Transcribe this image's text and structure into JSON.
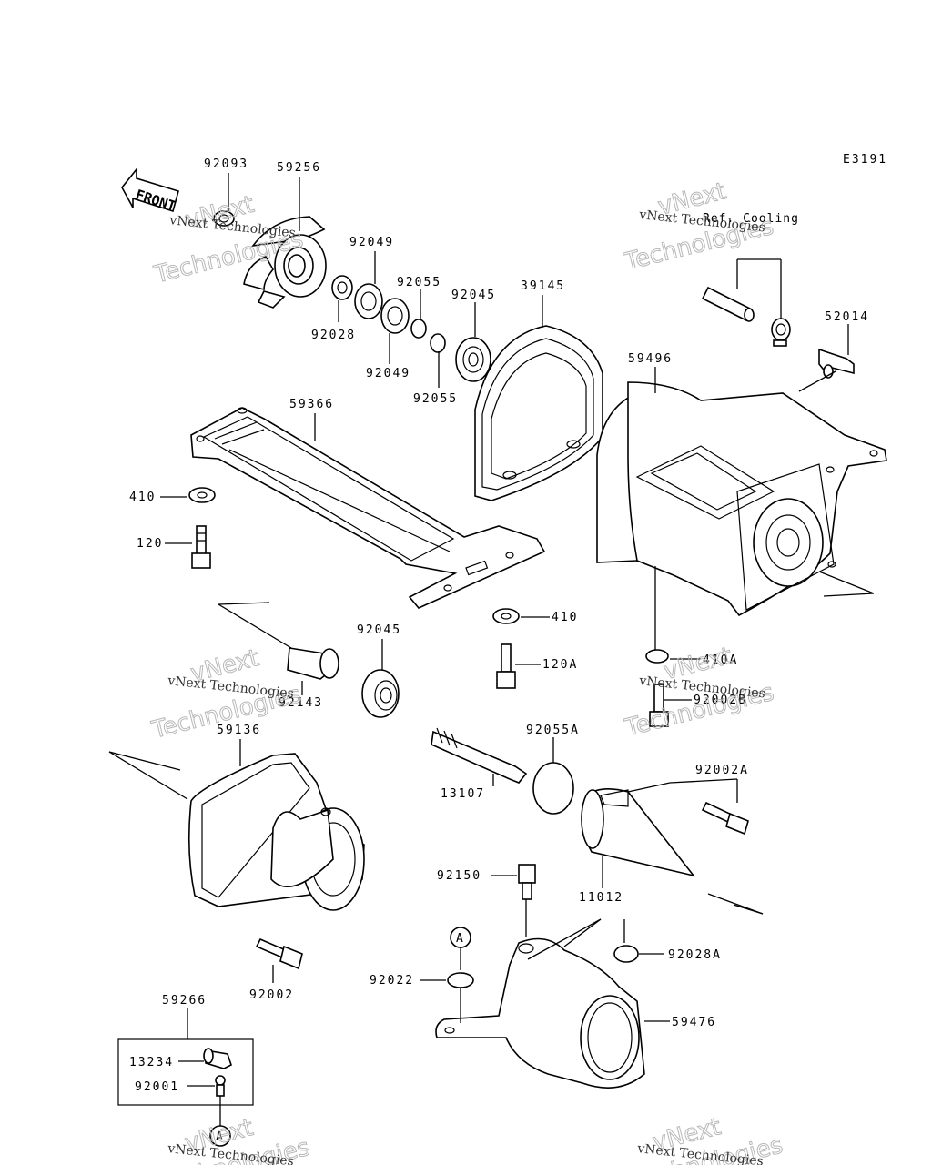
{
  "diagram_code": "E3191",
  "front_label": "FRONT",
  "ref_label": "Ref. Cooling",
  "watermark": {
    "line1": "vNext",
    "line2": "Technologies",
    "small": "vNext Technologies"
  },
  "callout_a": "A",
  "parts": {
    "p92093": "92093",
    "p59256": "59256",
    "p92049a": "92049",
    "p92055a": "92055",
    "p92045a": "92045",
    "p39145": "39145",
    "p92028": "92028",
    "p92049b": "92049",
    "p92055b": "92055",
    "p52014": "52014",
    "p59496": "59496",
    "p59366": "59366",
    "p410a": "410",
    "p120": "120",
    "p410b": "410",
    "p120A": "120A",
    "p410A": "410A",
    "p92045b": "92045",
    "p92143": "92143",
    "p92002B": "92002B",
    "p59136": "59136",
    "p92055A": "92055A",
    "p13107": "13107",
    "p92002A": "92002A",
    "p92150": "92150",
    "p11012": "11012",
    "p92028A": "92028A",
    "p92022": "92022",
    "p92002": "92002",
    "p59476": "59476",
    "p59266": "59266",
    "p13234": "13234",
    "p92001": "92001"
  }
}
